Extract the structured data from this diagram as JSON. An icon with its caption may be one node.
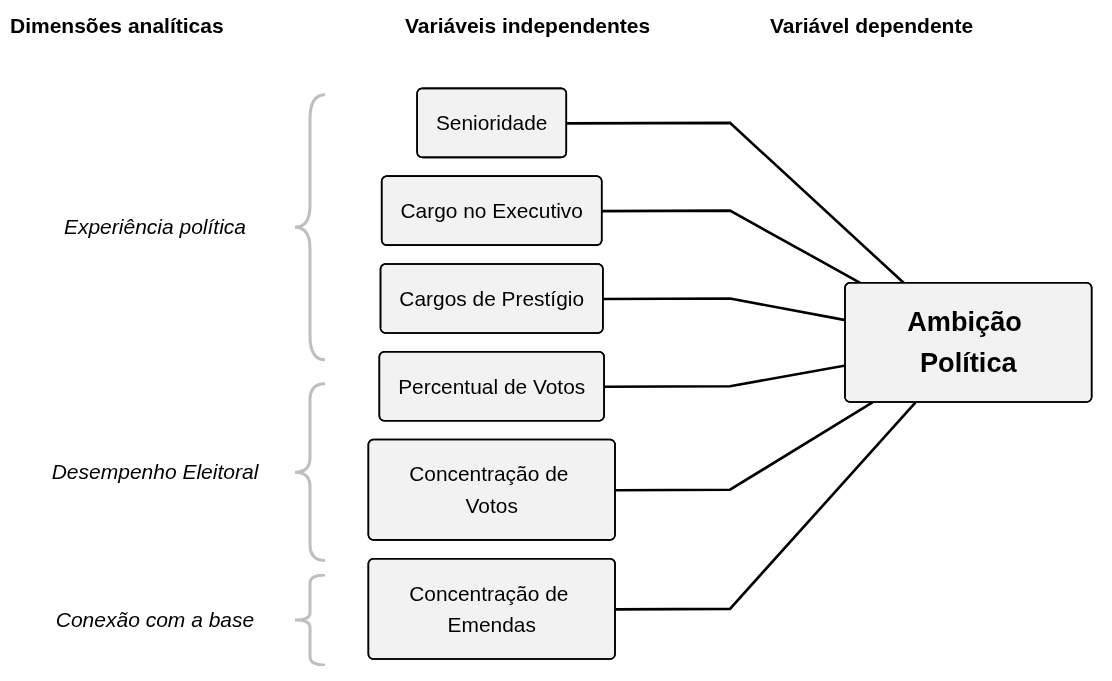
{
  "diagram": {
    "nodes": [
      {
        "text": [
          "Senioridade"
        ]
      },
      {
        "text": [
          "Cargo no Executivo"
        ]
      },
      {
        "text": [
          "Cargos de Prestígio"
        ]
      },
      {
        "text": [
          "Percentual de Votos"
        ]
      },
      {
        "text": [
          "Concentração de Votos"
        ]
      },
      {
        "text": [
          "Concentração de Emendas"
        ]
      },
      {
        "text": [
          "Ambição Política"
        ]
      }
    ],
    "edges": [
      {
        "from": 0,
        "to": 6,
        "arrow": "none"
      },
      {
        "from": 1,
        "to": 6,
        "arrow": "none"
      },
      {
        "from": 2,
        "to": 6,
        "arrow": "none"
      },
      {
        "from": 3,
        "to": 6,
        "arrow": "none"
      },
      {
        "from": 4,
        "to": 6,
        "arrow": "none"
      },
      {
        "from": 5,
        "to": 6,
        "arrow": "none"
      }
    ],
    "labels": [
      "Dimensões analíticas",
      "Variáveis independentes",
      "Variável dependente",
      "Experiência política",
      "Desempenho Eleitoral",
      "Conexão com a base"
    ]
  }
}
